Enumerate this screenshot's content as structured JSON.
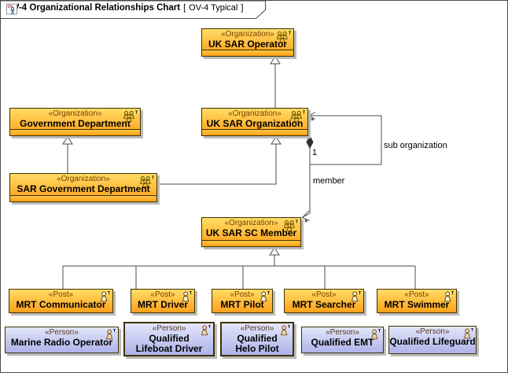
{
  "diagram": {
    "title": "OV-4 Organizational Relationships Chart",
    "frame_open": "[",
    "frame_label": "OV-4 Typical",
    "frame_close": "]",
    "frame_icon": "ov4-diagram-icon",
    "icon_badge": "T",
    "icon_glyph": "OV"
  },
  "nodes": {
    "uk_sar_operator": {
      "stereotype": "«Organization»",
      "name": "UK SAR Operator"
    },
    "government_department": {
      "stereotype": "«Organization»",
      "name": "Government Department"
    },
    "uk_sar_organization": {
      "stereotype": "«Organization»",
      "name": "UK SAR Organization"
    },
    "sar_government_department": {
      "stereotype": "«Organization»",
      "name": "SAR Government Department"
    },
    "uk_sar_sc_member": {
      "stereotype": "«Organization»",
      "name": "UK SAR SC Member"
    },
    "mrt_communicator": {
      "stereotype": "«Post»",
      "name": "MRT Communicator"
    },
    "mrt_driver": {
      "stereotype": "«Post»",
      "name": "MRT Driver"
    },
    "mrt_pilot": {
      "stereotype": "«Post»",
      "name": "MRT Pilot"
    },
    "mrt_searcher": {
      "stereotype": "«Post»",
      "name": "MRT Searcher"
    },
    "mrt_swimmer": {
      "stereotype": "«Post»",
      "name": "MRT Swimmer"
    },
    "marine_radio_operator": {
      "stereotype": "«Person»",
      "name": "Marine Radio Operator"
    },
    "qualified_lifeboat_driver": {
      "stereotype": "«Person»",
      "name_line1": "Qualified",
      "name_line2": "Lifeboat Driver"
    },
    "qualified_helo_pilot": {
      "stereotype": "«Person»",
      "name_line1": "Qualified",
      "name_line2": "Helo Pilot"
    },
    "qualified_emt": {
      "stereotype": "«Person»",
      "name": "Qualified  EMT"
    },
    "qualified_lifeguard": {
      "stereotype": "«Person»",
      "name": "Qualified Lifeguard"
    }
  },
  "edges": {
    "sub_organization": {
      "label": "sub organization",
      "target_multiplicity": "*"
    },
    "member": {
      "label": "member",
      "source_multiplicity": "1",
      "target_multiplicity": "*"
    }
  },
  "colors": {
    "org_fill_top": "#ffdd66",
    "org_fill_bottom": "#ff9e16",
    "person_fill_top": "#e3e6fb",
    "person_fill_bottom": "#adb3e8",
    "box_border": "#3d3200",
    "connector": "#4d4d4d",
    "shadow": "#bcbcbc"
  }
}
